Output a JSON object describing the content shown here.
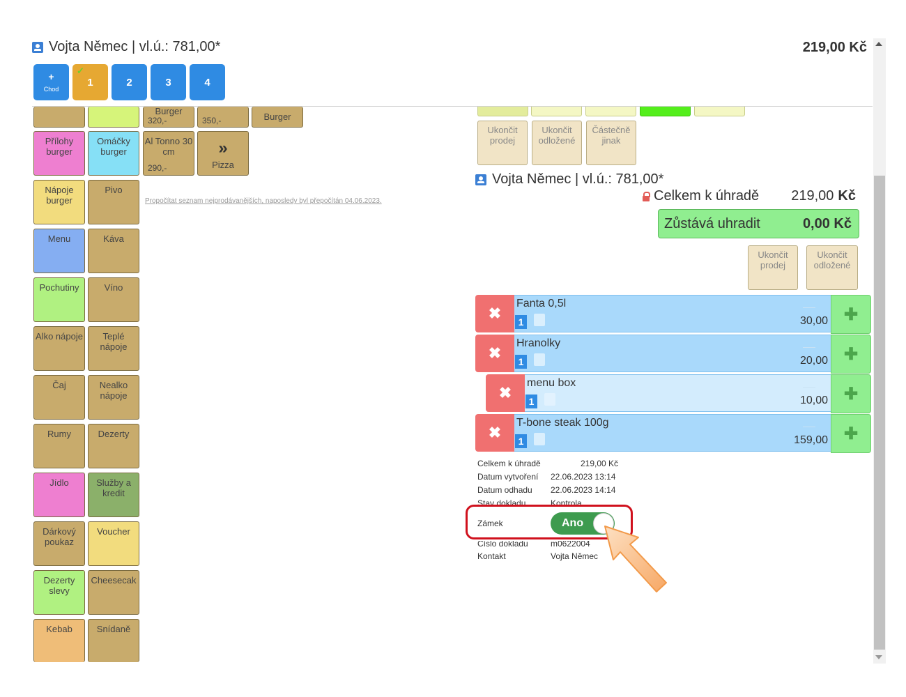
{
  "header": {
    "customer": "Vojta Němec | vl.ú.: 781,00*",
    "total": "219,00 Kč"
  },
  "courses": {
    "add_plus": "+",
    "add_label": "Chod",
    "active_check": "✓",
    "items": [
      "1",
      "2",
      "3",
      "4"
    ]
  },
  "categories": {
    "top_row": [
      "",
      ""
    ],
    "grid": [
      [
        "Přílohy burger",
        "Omáčky burger"
      ],
      [
        "Nápoje burger",
        "Pivo"
      ],
      [
        "Menu",
        "Káva"
      ],
      [
        "Pochutiny",
        "Víno"
      ],
      [
        "Alko nápoje",
        "Teplé nápoje"
      ],
      [
        "Čaj",
        "Nealko nápoje"
      ],
      [
        "Rumy",
        "Dezerty"
      ],
      [
        "Jídlo",
        "Služby a kredit"
      ],
      [
        "Dárkový poukaz",
        "Voucher"
      ],
      [
        "Dezerty slevy",
        "Cheesecak"
      ],
      [
        "Kebab",
        "Snídaně"
      ]
    ]
  },
  "products": {
    "burger1": {
      "name": "Burger",
      "price": "320,-"
    },
    "burger2_price": "350,-",
    "burger3": "Burger",
    "altonno": {
      "name": "Al Tonno 30 cm",
      "price": "290,-"
    },
    "next_icon": "»",
    "next_label": "Pizza"
  },
  "recalc_link": "Propočítat seznam nejprodávanějších, naposledy byl přepočítán 04.06.2023.",
  "top_actions": [
    "Ukončit prodej",
    "Ukončit odložené",
    "Částečně jinak"
  ],
  "summary": {
    "customer": "Vojta Němec | vl.ú.: 781,00*",
    "total_label": "Celkem k úhradě",
    "total_value": "219,00",
    "total_currency": "Kč",
    "remain_label": "Zůstává uhradit",
    "remain_value": "0,00 Kč"
  },
  "actions": [
    "Ukončit prodej",
    "Ukončit odložené"
  ],
  "order_items": [
    {
      "name": "Fanta 0,5l",
      "qty": "1",
      "price": "30,00"
    },
    {
      "name": "Hranolky",
      "qty": "1",
      "price": "20,00"
    },
    {
      "name": "menu box",
      "qty": "1",
      "price": "10,00"
    },
    {
      "name": "T-bone steak 100g",
      "qty": "1",
      "price": "159,00"
    }
  ],
  "icons": {
    "delete": "✖",
    "add": "✚"
  },
  "details": {
    "total_label": "Celkem k úhradě",
    "total_value": "219,00 Kč",
    "created_label": "Datum vytvoření",
    "created_value": "22.06.2023 13:14",
    "estimate_label": "Datum odhadu",
    "estimate_value": "22.06.2023 14:14",
    "status_label": "Stav dokladu",
    "status_value": "Kontrola",
    "lock_label": "Zámek",
    "lock_value": "Ano",
    "number_label": "Číslo dokladu",
    "number_value": "m0622004",
    "contact_label": "Kontakt",
    "contact_value": "Vojta Němec"
  },
  "colors": {
    "accent_blue": "#2f8be3",
    "active_course": "#e6a832",
    "delete_red": "#f07070",
    "add_green": "#90ee90",
    "toggle_green": "#3e9b4f",
    "highlight_red": "#d0111d",
    "arrow_orange": "#f8b77a"
  }
}
